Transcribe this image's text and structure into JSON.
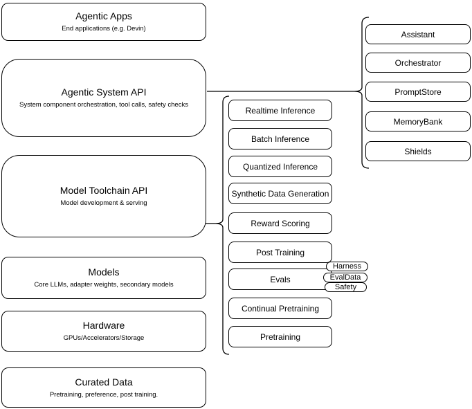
{
  "colors": {
    "stroke": "#000000",
    "canvas": "#ffffff"
  },
  "stack": [
    {
      "title": "Agentic Apps",
      "subtitle": "End applications (e.g. Devin)"
    },
    {
      "title": "Agentic System API",
      "subtitle": "System component orchestration, tool calls, safety checks"
    },
    {
      "title": "Model Toolchain API",
      "subtitle": "Model development & serving"
    },
    {
      "title": "Models",
      "subtitle": "Core LLMs, adapter weights, secondary models"
    },
    {
      "title": "Hardware",
      "subtitle": "GPUs/Accelerators/Storage"
    },
    {
      "title": "Curated Data",
      "subtitle": "Pretraining, preference, post training."
    }
  ],
  "toolchain": [
    {
      "label": "Realtime Inference"
    },
    {
      "label": "Batch Inference"
    },
    {
      "label": "Quantized Inference"
    },
    {
      "label": "Synthetic Data Generation"
    },
    {
      "label": "Reward Scoring"
    },
    {
      "label": "Post Training"
    },
    {
      "label": "Evals",
      "attachments": [
        "Harness",
        "EvalData",
        "Safety"
      ]
    },
    {
      "label": "Continual Pretraining"
    },
    {
      "label": "Pretraining"
    }
  ],
  "system": [
    {
      "label": "Assistant"
    },
    {
      "label": "Orchestrator"
    },
    {
      "label": "PromptStore"
    },
    {
      "label": "MemoryBank"
    },
    {
      "label": "Shields"
    }
  ]
}
